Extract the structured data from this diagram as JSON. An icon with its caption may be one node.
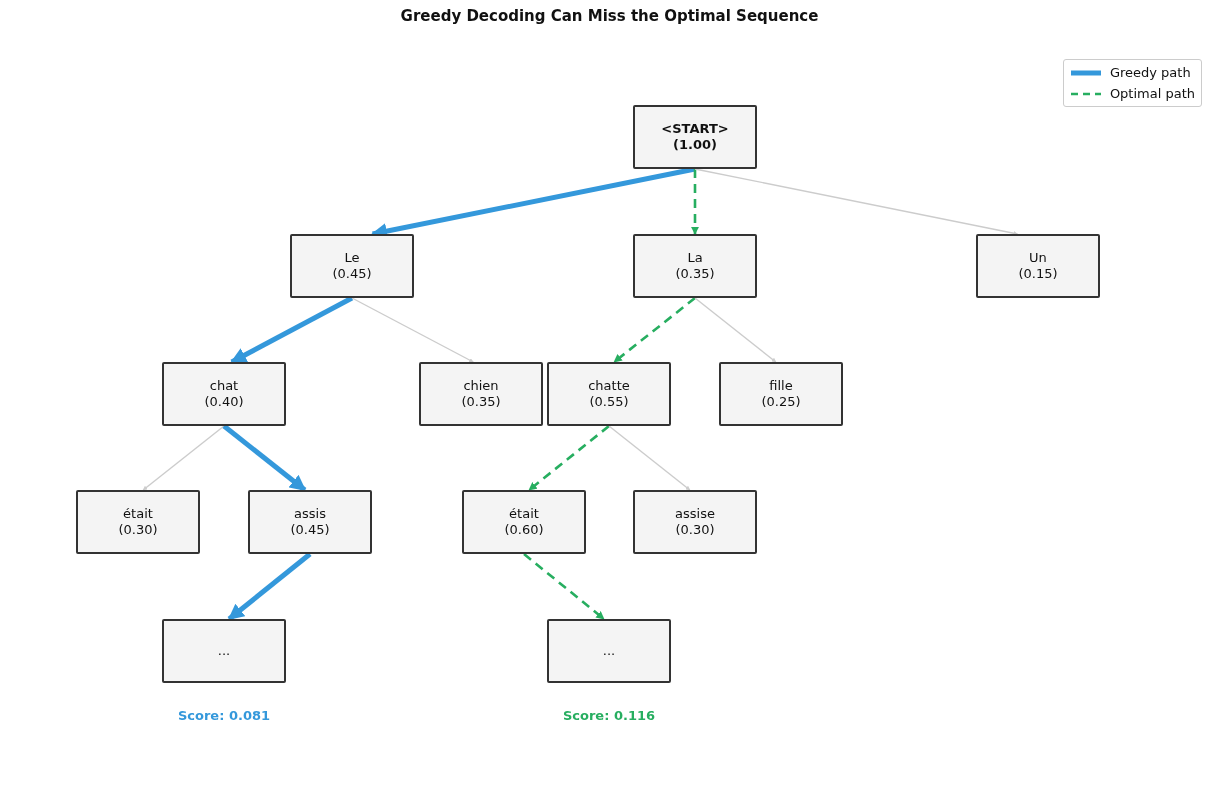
{
  "diagram": {
    "title": "Greedy Decoding Can Miss the Optimal Sequence",
    "nodes": [
      {
        "text": [
          "<START>",
          "(1.00)"
        ]
      },
      {
        "text": [
          "Le",
          "(0.45)"
        ]
      },
      {
        "text": [
          "La",
          "(0.35)"
        ]
      },
      {
        "text": [
          "Un",
          "(0.15)"
        ]
      },
      {
        "text": [
          "chat",
          "(0.40)"
        ]
      },
      {
        "text": [
          "chien",
          "(0.35)"
        ]
      },
      {
        "text": [
          "chatte",
          "(0.55)"
        ]
      },
      {
        "text": [
          "fille",
          "(0.25)"
        ]
      },
      {
        "text": [
          "était",
          "(0.30)"
        ]
      },
      {
        "text": [
          "assis",
          "(0.45)"
        ]
      },
      {
        "text": [
          "était",
          "(0.60)"
        ]
      },
      {
        "text": [
          "assise",
          "(0.30)"
        ]
      },
      {
        "text": [
          "..."
        ],
        "beside": [
          "Score: 0.081"
        ]
      },
      {
        "text": [
          "..."
        ],
        "beside": [
          "Score: 0.116"
        ]
      }
    ],
    "edges": [
      {
        "from": 0,
        "to": 1,
        "arrow": "to",
        "style": "thick",
        "color": "#3498db"
      },
      {
        "from": 0,
        "to": 2,
        "arrow": "to",
        "style": "dashed",
        "color": "#27ae60"
      },
      {
        "from": 0,
        "to": 3,
        "arrow": "to"
      },
      {
        "from": 1,
        "to": 4,
        "arrow": "to",
        "style": "thick",
        "color": "#3498db"
      },
      {
        "from": 1,
        "to": 5,
        "arrow": "to"
      },
      {
        "from": 2,
        "to": 6,
        "arrow": "to",
        "style": "dashed",
        "color": "#27ae60"
      },
      {
        "from": 2,
        "to": 7,
        "arrow": "to"
      },
      {
        "from": 4,
        "to": 8,
        "arrow": "to"
      },
      {
        "from": 4,
        "to": 9,
        "arrow": "to",
        "style": "thick",
        "color": "#3498db"
      },
      {
        "from": 6,
        "to": 10,
        "arrow": "to",
        "style": "dashed",
        "color": "#27ae60"
      },
      {
        "from": 6,
        "to": 11,
        "arrow": "to"
      },
      {
        "from": 9,
        "to": 12,
        "arrow": "to",
        "style": "thick",
        "color": "#3498db"
      },
      {
        "from": 10,
        "to": 13,
        "arrow": "to",
        "style": "dashed",
        "color": "#27ae60"
      }
    ],
    "legend": [
      {
        "text": "Greedy path"
      },
      {
        "text": "Optimal path"
      }
    ]
  }
}
